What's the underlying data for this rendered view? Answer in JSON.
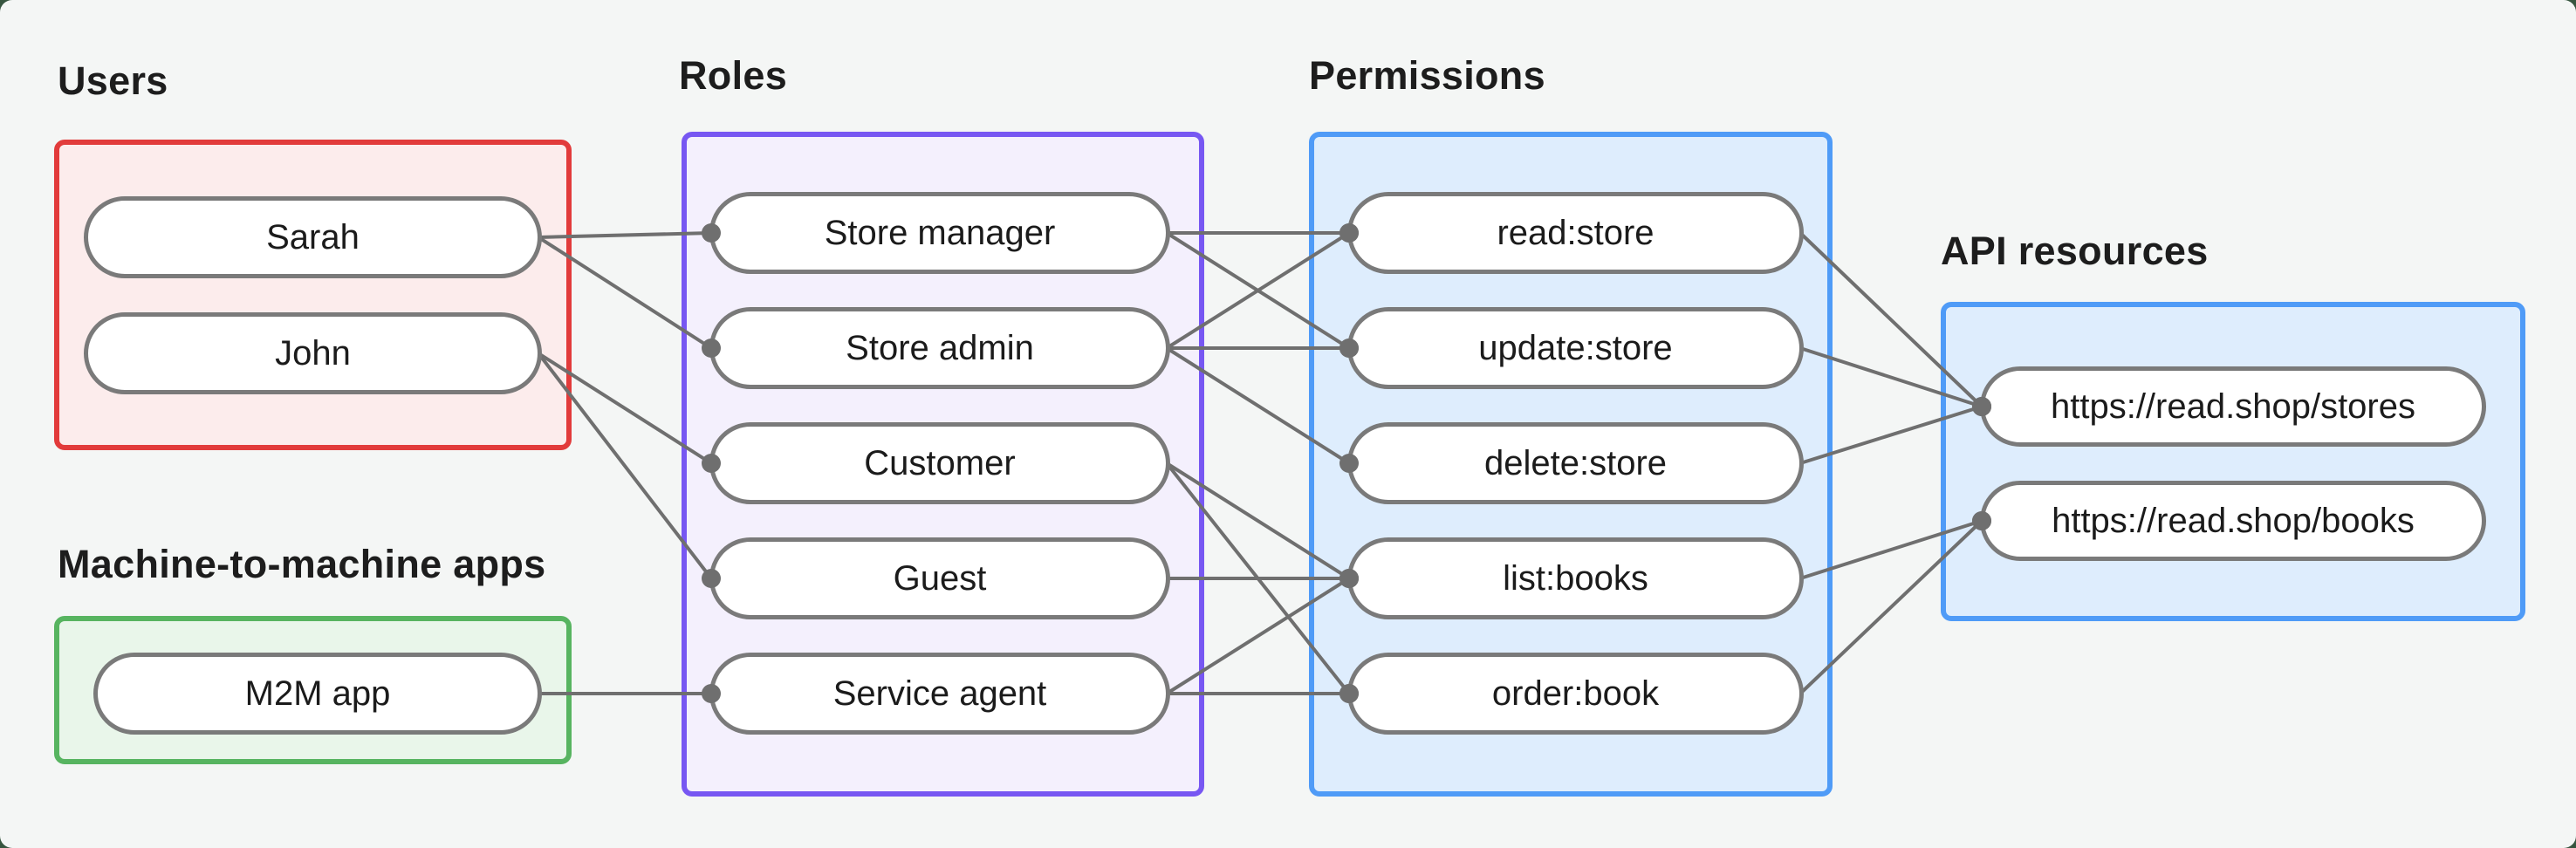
{
  "page": {
    "background": "#37553f",
    "surface": "#f4f6f5",
    "line_color": "#6f6f6f",
    "dot_color": "#6f6f6f",
    "pill_border": "#7a7a7a",
    "pill_fill": "#ffffff",
    "text_color": "#1b1b1b"
  },
  "groups": [
    {
      "id": "users",
      "label": "Users",
      "border": "#e23b3b",
      "fill": "#fcecec"
    },
    {
      "id": "m2m",
      "label": "Machine-to-machine apps",
      "border": "#57b460",
      "fill": "#e9f6ea"
    },
    {
      "id": "roles",
      "label": "Roles",
      "border": "#7757f2",
      "fill": "#f4f0fd"
    },
    {
      "id": "permissions",
      "label": "Permissions",
      "border": "#4f9bf7",
      "fill": "#deedfd"
    },
    {
      "id": "api",
      "label": "API resources",
      "border": "#4f9bf7",
      "fill": "#deedfd"
    }
  ],
  "nodes": [
    {
      "id": "sarah",
      "group": "users",
      "label": "Sarah"
    },
    {
      "id": "john",
      "group": "users",
      "label": "John"
    },
    {
      "id": "m2m_app",
      "group": "m2m",
      "label": "M2M app"
    },
    {
      "id": "store_manager",
      "group": "roles",
      "label": "Store manager"
    },
    {
      "id": "store_admin",
      "group": "roles",
      "label": "Store admin"
    },
    {
      "id": "customer",
      "group": "roles",
      "label": "Customer"
    },
    {
      "id": "guest",
      "group": "roles",
      "label": "Guest"
    },
    {
      "id": "service_agent",
      "group": "roles",
      "label": "Service agent"
    },
    {
      "id": "read_store",
      "group": "permissions",
      "label": "read:store"
    },
    {
      "id": "update_store",
      "group": "permissions",
      "label": "update:store"
    },
    {
      "id": "delete_store",
      "group": "permissions",
      "label": "delete:store"
    },
    {
      "id": "list_books",
      "group": "permissions",
      "label": "list:books"
    },
    {
      "id": "order_book",
      "group": "permissions",
      "label": "order:book"
    },
    {
      "id": "stores_api",
      "group": "api",
      "label": "https://read.shop/stores"
    },
    {
      "id": "books_api",
      "group": "api",
      "label": "https://read.shop/books"
    }
  ],
  "edges": [
    {
      "from": "sarah",
      "to": "store_manager"
    },
    {
      "from": "sarah",
      "to": "store_admin"
    },
    {
      "from": "john",
      "to": "customer"
    },
    {
      "from": "john",
      "to": "guest"
    },
    {
      "from": "m2m_app",
      "to": "service_agent"
    },
    {
      "from": "store_manager",
      "to": "read_store"
    },
    {
      "from": "store_manager",
      "to": "update_store"
    },
    {
      "from": "store_admin",
      "to": "read_store"
    },
    {
      "from": "store_admin",
      "to": "update_store"
    },
    {
      "from": "store_admin",
      "to": "delete_store"
    },
    {
      "from": "customer",
      "to": "list_books"
    },
    {
      "from": "customer",
      "to": "order_book"
    },
    {
      "from": "guest",
      "to": "list_books"
    },
    {
      "from": "service_agent",
      "to": "list_books"
    },
    {
      "from": "service_agent",
      "to": "order_book"
    },
    {
      "from": "read_store",
      "to": "stores_api"
    },
    {
      "from": "update_store",
      "to": "stores_api"
    },
    {
      "from": "delete_store",
      "to": "stores_api"
    },
    {
      "from": "list_books",
      "to": "books_api"
    },
    {
      "from": "order_book",
      "to": "books_api"
    }
  ]
}
